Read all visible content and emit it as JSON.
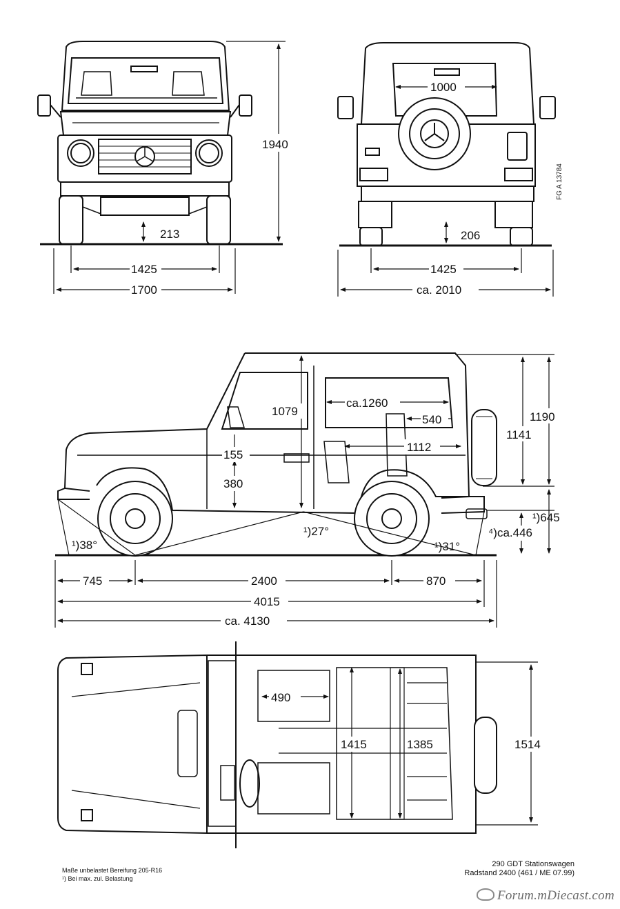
{
  "front_view": {
    "height_label": "1940",
    "ground_clearance_label": "213",
    "track_label": "1425",
    "width_label": "1700"
  },
  "rear_view": {
    "window_width_label": "1000",
    "ground_clearance_label": "206",
    "track_label": "1425",
    "width_label": "ca. 2010"
  },
  "drawing_code": "FG A 13784",
  "side_view": {
    "interior_height_label": "1079",
    "cargo_length_label": "ca.1260",
    "window_height_label": "540",
    "cargo_floor_length_label": "1112",
    "step_height_label": "155",
    "sill_height_label": "380",
    "ramp_angle_label": "¹)27°",
    "approach_angle_label": "¹)38°",
    "departure_angle_label": "¹)31°",
    "height_1190_label": "1190",
    "height_1141_label": "1141",
    "height_645_label": "¹)645",
    "height_446_label": "⁴)ca.446",
    "front_overhang_label": "745",
    "wheelbase_label": "2400",
    "rear_overhang_label": "870",
    "length_label": "4015",
    "total_length_label": "ca. 4130"
  },
  "top_view": {
    "seat_width_label": "490",
    "interior_width_label": "1415",
    "cargo_width_label": "1385",
    "body_width_label": "1514"
  },
  "notes": {
    "line1": "Maße unbelastet Bereifung 205-R16",
    "line2": "¹) Bei max. zul. Belastung"
  },
  "title": {
    "model": "290 GDT Stationswagen",
    "wheelbase": "Radstand 2400 (461 / ME 07.99)"
  },
  "watermark": "Forum.mDiecast.com"
}
